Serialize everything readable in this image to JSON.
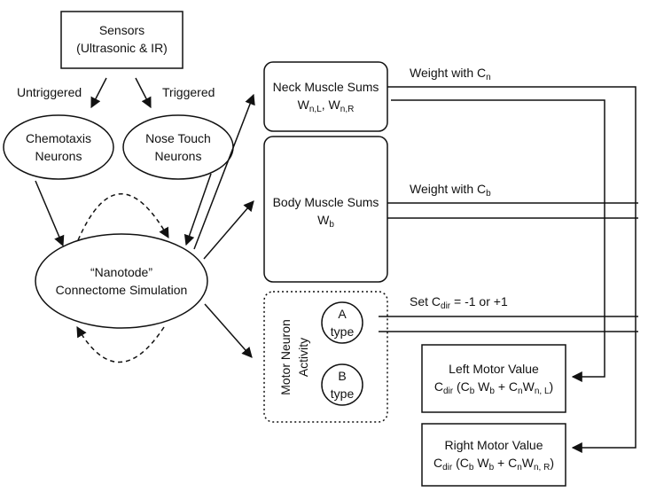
{
  "nodes": {
    "sensors": {
      "line1": "Sensors",
      "line2": "(Ultrasonic & IR)"
    },
    "chemotaxis": {
      "line1": "Chemotaxis",
      "line2": "Neurons"
    },
    "nose_touch": {
      "line1": "Nose Touch",
      "line2": "Neurons"
    },
    "nanotode": {
      "line1": "“Nanotode”",
      "line2": "Connectome Simulation"
    },
    "neck": {
      "line1": "Neck Muscle Sums",
      "w": "W",
      "sub1": "n,L",
      "sep": ", W",
      "sub2": "n,R"
    },
    "body": {
      "line1": "Body Muscle Sums",
      "w": "W",
      "sub": "b"
    },
    "motor_group": {
      "label1": "Motor Neuron",
      "label2": "Activity"
    },
    "a_type": {
      "line1": "A",
      "line2": "type"
    },
    "b_type": {
      "line1": "B",
      "line2": "type"
    },
    "left_motor": {
      "title": "Left Motor Value",
      "p1": "C",
      "s1": "dir",
      "p2": " (C",
      "s2": "b",
      "p3": " W",
      "s3": "b",
      "p4": " + C",
      "s4": "n",
      "p5": "W",
      "s5": "n, L",
      "p6": ")"
    },
    "right_motor": {
      "title": "Right Motor Value",
      "p1": "C",
      "s1": "dir",
      "p2": " (C",
      "s2": "b",
      "p3": " W",
      "s3": "b",
      "p4": " + C",
      "s4": "n",
      "p5": "W",
      "s5": "n, R",
      "p6": ")"
    }
  },
  "edge_labels": {
    "untriggered": "Untriggered",
    "triggered": "Triggered",
    "weight_cn": {
      "pre": "Weight with C",
      "sub": "n"
    },
    "weight_cb": {
      "pre": "Weight with C",
      "sub": "b"
    },
    "set_cdir": {
      "pre": "Set C",
      "sub": "dir",
      "post": " = -1 or +1"
    }
  }
}
